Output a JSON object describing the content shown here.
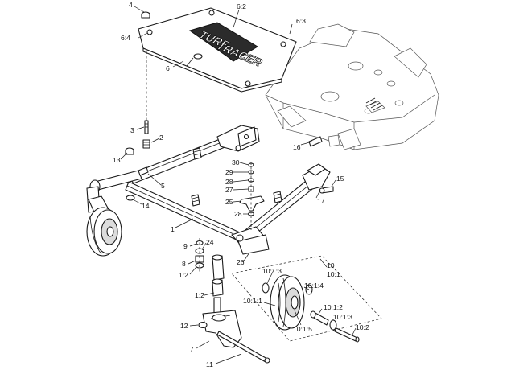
{
  "callouts": {
    "c4": "4",
    "c6_2": "6:2",
    "c6_3": "6:3",
    "c6_4": "6:4",
    "c6": "6",
    "c3": "3",
    "c2": "2",
    "c13": "13",
    "c5": "5",
    "c14": "14",
    "c1": "1",
    "c16": "16",
    "c30": "30",
    "c29": "29",
    "c28a": "28",
    "c27": "27",
    "c25": "25",
    "c28b": "28",
    "c15": "15",
    "c17": "17",
    "c9": "9",
    "c24": "24",
    "c8": "8",
    "c1_2a": "1:2",
    "c26": "26",
    "c10": "10",
    "c10_1": "10:1",
    "c10_1_3a": "10:1:3",
    "c10_1_4": "10:1:4",
    "c10_1_1": "10:1:1",
    "c10_1_2": "10:1:2",
    "c10_1_3b": "10:1:3",
    "c10_1_5": "10:1:5",
    "c10_2": "10:2",
    "c1_2b": "1:2",
    "c12": "12",
    "c7": "7",
    "c11": "11"
  },
  "decal": {
    "line1": "TURF",
    "line2": "TRACER"
  }
}
